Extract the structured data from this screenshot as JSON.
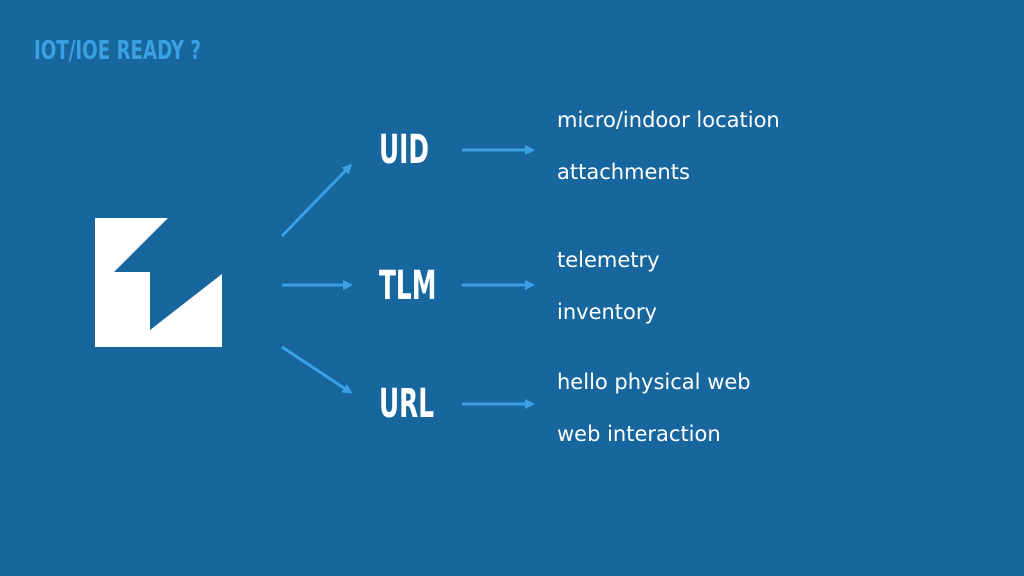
{
  "title": "IOT/IOE READY ?",
  "logo": {
    "icon": "eddystone-logo-icon"
  },
  "colors": {
    "background": "#17669e",
    "accent": "#3ba0e2",
    "text": "#ffffff"
  },
  "frames": [
    {
      "name": "UID",
      "use_cases": [
        "micro/indoor location",
        "attachments"
      ]
    },
    {
      "name": "TLM",
      "use_cases": [
        "telemetry",
        "inventory"
      ]
    },
    {
      "name": "URL",
      "use_cases": [
        "hello physical web",
        "web interaction"
      ]
    }
  ]
}
